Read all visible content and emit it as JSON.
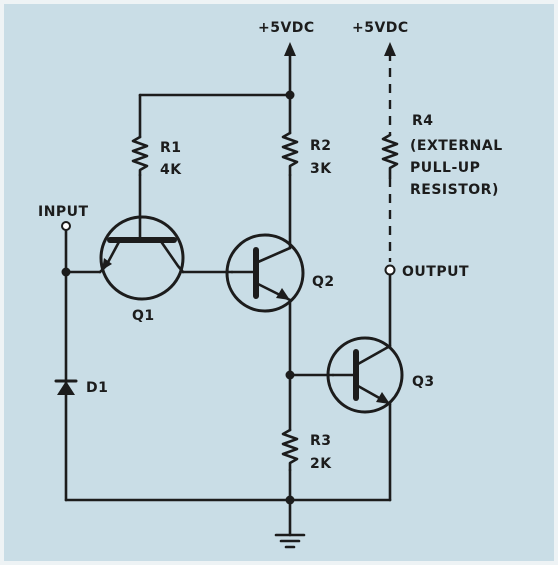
{
  "labels": {
    "vcc_left": "+5VDC",
    "vcc_right": "+5VDC",
    "input": "INPUT",
    "output": "OUTPUT",
    "r1_name": "R1",
    "r1_value": "4K",
    "r2_name": "R2",
    "r2_value": "3K",
    "r3_name": "R3",
    "r3_value": "2K",
    "r4_name": "R4",
    "r4_line1": "(EXTERNAL",
    "r4_line2": "PULL-UP",
    "r4_line3": "RESISTOR)",
    "q1": "Q1",
    "q2": "Q2",
    "q3": "Q3",
    "d1": "D1"
  }
}
